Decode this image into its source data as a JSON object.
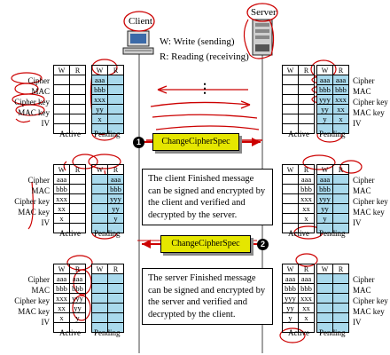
{
  "header": {
    "client_label": "Client",
    "server_label": "Server",
    "legend_write": "W: Write (sending)",
    "legend_read": "R: Reading (receiving)",
    "ellipsis": "⋮"
  },
  "row_labels": [
    "Cipher",
    "MAC",
    "Cipher key",
    "MAC key",
    "IV"
  ],
  "col_headers": [
    "W",
    "R"
  ],
  "captions": {
    "active": "Active",
    "pending": "Pending"
  },
  "messages": {
    "change_cipher_spec_1": "ChangeCipherSpec",
    "change_cipher_spec_2": "ChangeCipherSpec",
    "badge_1": "1",
    "badge_2": "2",
    "client_finished": "The client Finished message can be signed and encrypted by the client and verified and decrypted by the server.",
    "server_finished": "The server Finished message can be signed and encrypted by the server and verified and decrypted by the client."
  },
  "tables": {
    "c1": {
      "active": [
        [
          "",
          ""
        ],
        [
          "",
          ""
        ],
        [
          "",
          ""
        ],
        [
          "",
          ""
        ],
        [
          "",
          ""
        ]
      ],
      "pending": [
        [
          "aaa",
          ""
        ],
        [
          "bbb",
          ""
        ],
        [
          "xxx",
          ""
        ],
        [
          "yy",
          ""
        ],
        [
          "x",
          ""
        ]
      ]
    },
    "s1": {
      "active": [
        [
          "",
          ""
        ],
        [
          "",
          ""
        ],
        [
          "",
          ""
        ],
        [
          "",
          ""
        ],
        [
          "",
          ""
        ]
      ],
      "pending": [
        [
          "aaa",
          "aaa"
        ],
        [
          "bbb",
          "bbb"
        ],
        [
          "yyy",
          "xxx"
        ],
        [
          "yy",
          "xx"
        ],
        [
          "y",
          "x"
        ]
      ]
    },
    "c2": {
      "active": [
        [
          "aaa",
          ""
        ],
        [
          "bbb",
          ""
        ],
        [
          "xxx",
          ""
        ],
        [
          "xx",
          ""
        ],
        [
          "x",
          ""
        ]
      ],
      "pending": [
        [
          "",
          "aaa"
        ],
        [
          "",
          "bbb"
        ],
        [
          "",
          "yyy"
        ],
        [
          "",
          "yy"
        ],
        [
          "",
          "y"
        ]
      ]
    },
    "s2": {
      "active": [
        [
          "",
          "aaa"
        ],
        [
          "",
          "bbb"
        ],
        [
          "",
          "xxx"
        ],
        [
          "",
          "xx"
        ],
        [
          "",
          "x"
        ]
      ],
      "pending": [
        [
          "aaa",
          ""
        ],
        [
          "bbb",
          ""
        ],
        [
          "yyy",
          ""
        ],
        [
          "yy",
          ""
        ],
        [
          "y",
          ""
        ]
      ]
    },
    "c3": {
      "active": [
        [
          "aaa",
          "aaa"
        ],
        [
          "bbb",
          "bbb"
        ],
        [
          "xxx",
          "yyy"
        ],
        [
          "xx",
          "yy"
        ],
        [
          "x",
          "y"
        ]
      ],
      "pending": [
        [
          "",
          ""
        ],
        [
          "",
          ""
        ],
        [
          "",
          ""
        ],
        [
          "",
          ""
        ],
        [
          "",
          ""
        ]
      ]
    },
    "s3": {
      "active": [
        [
          "aaa",
          "aaa"
        ],
        [
          "bbb",
          "bbb"
        ],
        [
          "yyy",
          "xxx"
        ],
        [
          "yy",
          "xx"
        ],
        [
          "y",
          "x"
        ]
      ],
      "pending": [
        [
          "",
          ""
        ],
        [
          "",
          ""
        ],
        [
          "",
          ""
        ],
        [
          "",
          ""
        ],
        [
          "",
          ""
        ]
      ]
    }
  }
}
